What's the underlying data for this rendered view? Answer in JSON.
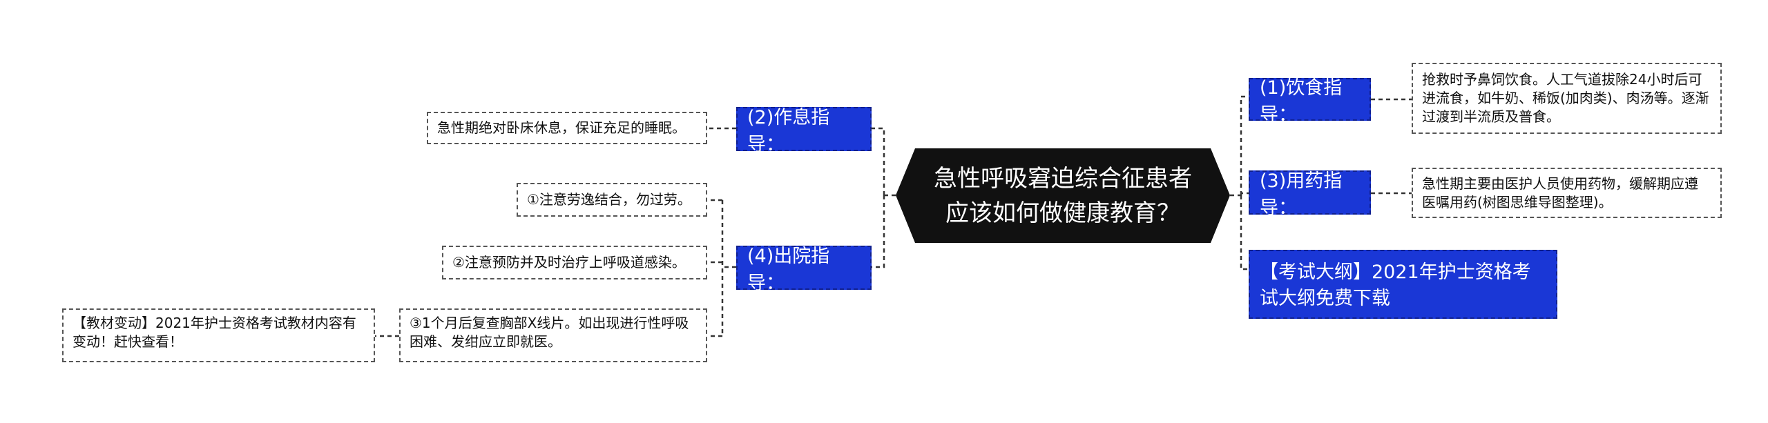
{
  "center": {
    "title": "急性呼吸窘迫综合征患者\n应该如何做健康教育？"
  },
  "right": {
    "diet": {
      "label": "(1)饮食指导：",
      "detail": "抢救时予鼻饲饮食。人工气道拔除24小时后可进流食，如牛奶、稀饭(加肉类)、肉汤等。逐渐过渡到半流质及普食。"
    },
    "medication": {
      "label": "(3)用药指导：",
      "detail": "急性期主要由医护人员使用药物，缓解期应遵医嘱用药(树图思维导图整理)。"
    },
    "outline": {
      "label": "【考试大纲】2021年护士资格考试大纲免费下载"
    }
  },
  "left": {
    "rest": {
      "label": "(2)作息指导：",
      "detail": "急性期绝对卧床休息，保证充足的睡眠。"
    },
    "discharge": {
      "label": "(4)出院指导：",
      "items": [
        "①注意劳逸结合，勿过劳。",
        "②注意预防并及时治疗上呼吸道感染。",
        "③1个月后复查胸部X线片。如出现进行性呼吸困难、发绀应立即就医。"
      ],
      "note": "【教材变动】2021年护士资格考试教材内容有变动！赶快查看！"
    }
  },
  "colors": {
    "center_bg": "#111111",
    "branch_bg": "#1a37d6",
    "line": "#333333"
  }
}
